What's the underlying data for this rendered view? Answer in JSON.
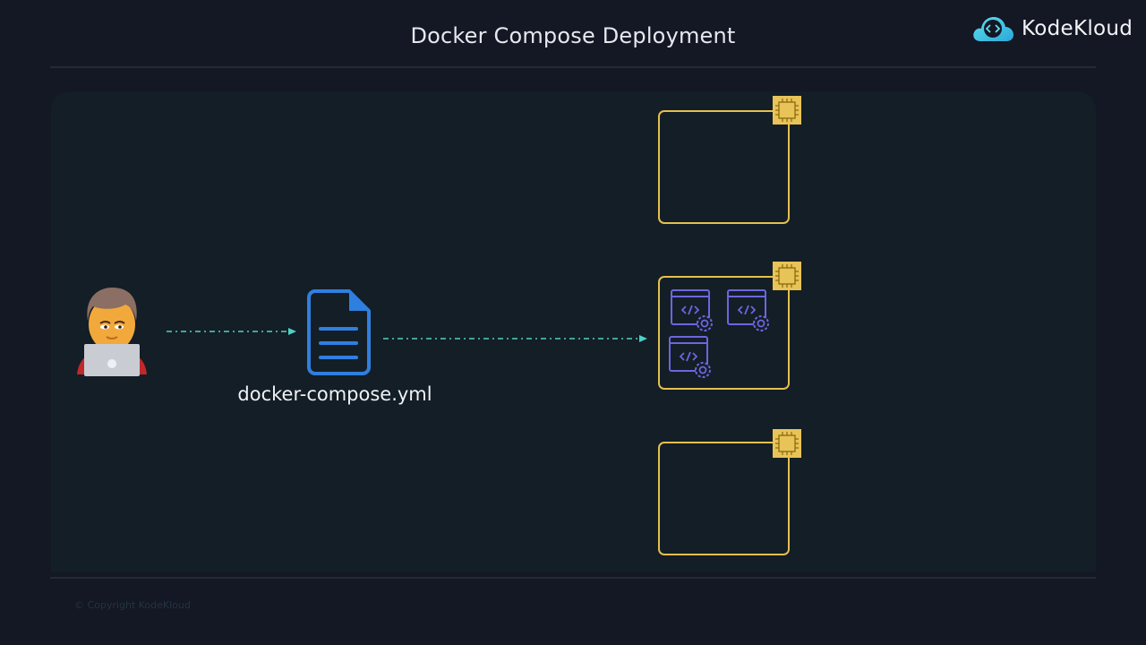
{
  "header": {
    "title": "Docker Compose Deployment",
    "brand": "KodeKloud",
    "brand_icon": "cloud-code-icon"
  },
  "diagram": {
    "user": {
      "icon": "developer-with-laptop-icon"
    },
    "file": {
      "icon": "document-icon",
      "label": "docker-compose.yml"
    },
    "arrows": [
      {
        "from": "user",
        "to": "file",
        "style": "dash-dot",
        "color": "#4fd1c5"
      },
      {
        "from": "file",
        "to": "node-2",
        "style": "dash-dot",
        "color": "#4fd1c5"
      }
    ],
    "nodes": [
      {
        "id": "node-1",
        "icon": "cpu-chip-icon",
        "services": []
      },
      {
        "id": "node-2",
        "icon": "cpu-chip-icon",
        "services": [
          "app-service",
          "app-service",
          "app-service"
        ]
      },
      {
        "id": "node-3",
        "icon": "cpu-chip-icon",
        "services": []
      }
    ],
    "colors": {
      "node_border": "#e5c04e",
      "service": "#6b66e0",
      "file": "#2f7fe0",
      "arrow": "#4fd1c5"
    }
  },
  "footer": {
    "copyright": "© Copyright KodeKloud"
  }
}
